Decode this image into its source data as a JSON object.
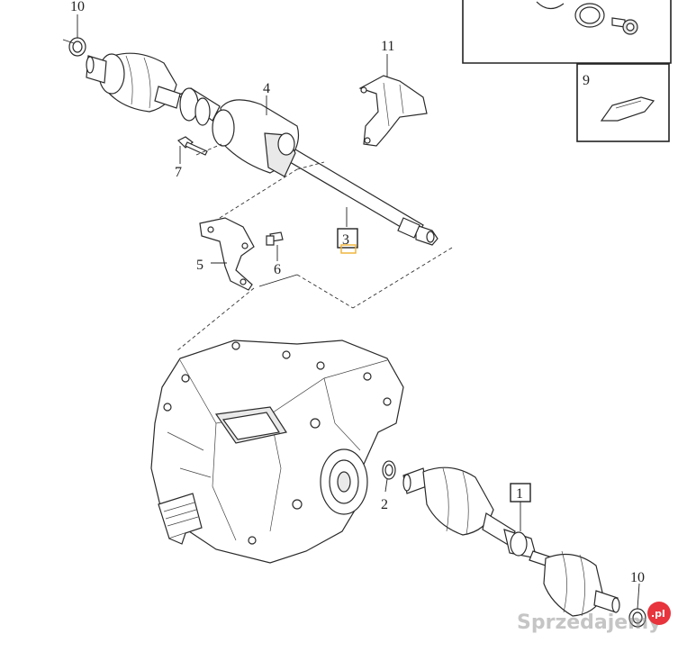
{
  "callouts": {
    "c1": "1",
    "c2": "2",
    "c3": "3",
    "c4": "4",
    "c5": "5",
    "c6": "6",
    "c7": "7",
    "c9": "9",
    "c10_top": "10",
    "c10_bottom": "10",
    "c11": "11"
  },
  "watermark": {
    "text": "Sprzedajemy",
    "badge": ".pl",
    "badge_color": "#e8343c"
  },
  "colors": {
    "highlight": "#f0b030"
  }
}
